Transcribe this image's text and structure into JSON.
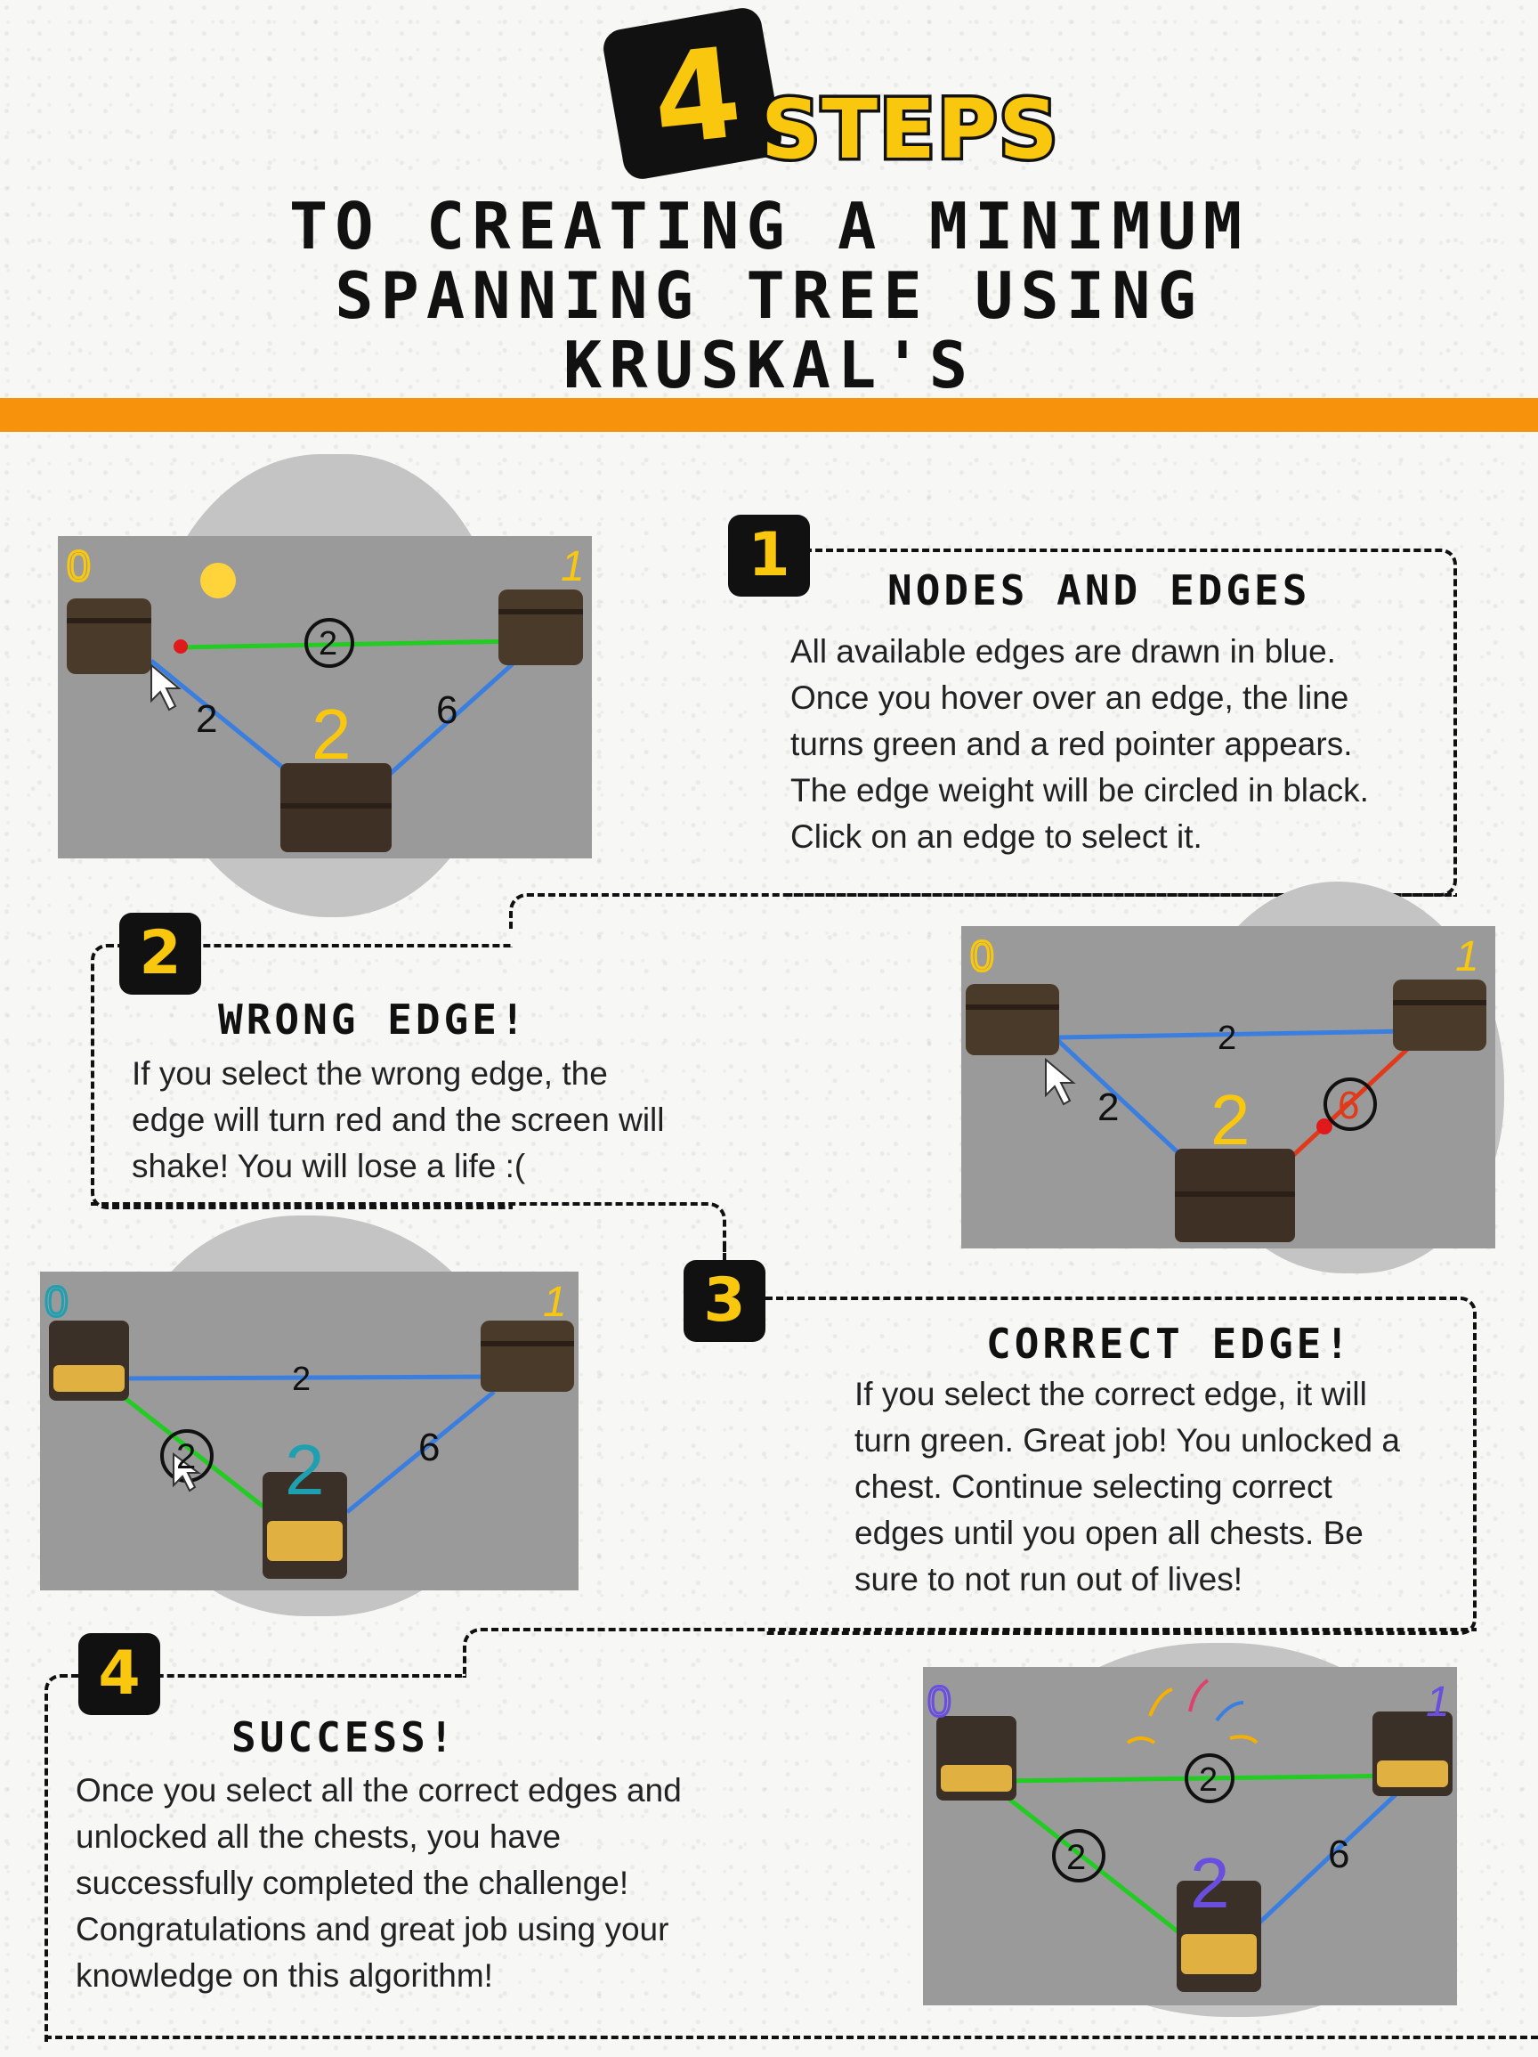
{
  "header": {
    "number": "4",
    "steps_word": "STEPS",
    "title_lines": [
      "TO CREATING A MINIMUM",
      "SPANNING TREE USING",
      "KRUSKAL'S"
    ]
  },
  "steps": [
    {
      "number": "1",
      "title": "NODES AND EDGES",
      "text_lines": [
        "All available edges are drawn in blue.",
        "Once you hover over an edge, the line",
        "turns green and a red pointer appears.",
        "The edge weight will be circled in black.",
        "Click on an edge to select it."
      ]
    },
    {
      "number": "2",
      "title": "WRONG EDGE!",
      "text_lines": [
        "If you select the wrong edge, the",
        "edge will turn red and the screen will",
        "shake! You will lose a life :("
      ]
    },
    {
      "number": "3",
      "title": "CORRECT EDGE!",
      "text_lines": [
        "If you select the correct edge, it will",
        "turn green. Great job! You unlocked a",
        "chest. Continue selecting correct",
        "edges until you open all chests. Be",
        "sure to not run out of lives!"
      ]
    },
    {
      "number": "4",
      "title": "SUCCESS!",
      "text_lines": [
        "Once you select all the correct edges and",
        "unlocked all the chests, you have",
        "successfully completed the challenge!",
        "Congratulations and great job using your",
        "knowledge on this algorithm!"
      ]
    }
  ],
  "screens": {
    "s1": {
      "node_labels": [
        "0",
        "1",
        "2"
      ],
      "edge_weights": [
        "2",
        "2",
        "6"
      ]
    },
    "s2": {
      "node_labels": [
        "0",
        "1",
        "2"
      ],
      "edge_weights": [
        "2",
        "2",
        "6"
      ]
    },
    "s3": {
      "node_labels": [
        "0",
        "1",
        "2"
      ],
      "edge_weights": [
        "2",
        "2",
        "6"
      ]
    },
    "s4": {
      "node_labels": [
        "0",
        "1",
        "2"
      ],
      "edge_weights": [
        "2",
        "2",
        "6"
      ]
    }
  },
  "colors": {
    "accent_yellow": "#f9c80e",
    "band_orange": "#f7920d",
    "edge_blue": "#3a7fe0",
    "edge_green": "#22cc22",
    "edge_red": "#e03a1a",
    "label_teal": "#1fa0b0",
    "label_purple": "#6a4ee0"
  }
}
